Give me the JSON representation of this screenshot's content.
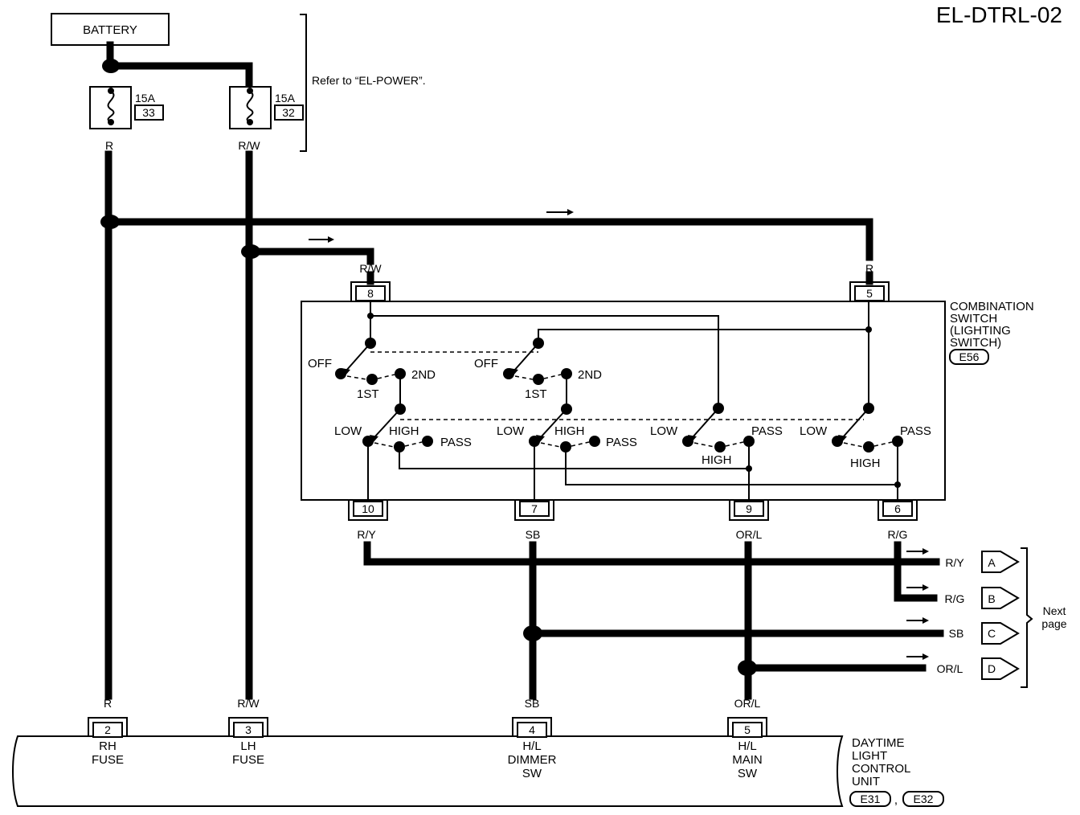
{
  "title": "EL-DTRL-02",
  "battery": "BATTERY",
  "refer_note": "Refer to “EL-POWER”.",
  "fuses": [
    {
      "rating": "15A",
      "number": "33"
    },
    {
      "rating": "15A",
      "number": "32"
    }
  ],
  "combination_switch": {
    "name_lines": [
      "COMBINATION",
      "SWITCH",
      "(LIGHTING",
      "SWITCH)"
    ],
    "connector": "E56"
  },
  "switch_labels": {
    "off": "OFF",
    "first": "1ST",
    "second": "2ND",
    "low": "LOW",
    "high": "HIGH",
    "pass": "PASS"
  },
  "top_pins": [
    {
      "pin": "8",
      "wire": "R/W"
    },
    {
      "pin": "5",
      "wire": "R"
    }
  ],
  "bottom_pins": [
    {
      "pin": "10",
      "wire": "R/Y"
    },
    {
      "pin": "7",
      "wire": "SB"
    },
    {
      "pin": "9",
      "wire": "OR/L"
    },
    {
      "pin": "6",
      "wire": "R/G"
    }
  ],
  "fuse_wires": [
    "R",
    "R/W"
  ],
  "next_page": {
    "label_lines": [
      "Next",
      "page"
    ],
    "connectors": [
      {
        "wire": "R/Y",
        "letter": "A"
      },
      {
        "wire": "R/G",
        "letter": "B"
      },
      {
        "wire": "SB",
        "letter": "C"
      },
      {
        "wire": "OR/L",
        "letter": "D"
      }
    ]
  },
  "control_unit": {
    "name_lines": [
      "DAYTIME",
      "LIGHT",
      "CONTROL",
      "UNIT"
    ],
    "connectors": [
      "E31",
      "E32"
    ],
    "separator": ",",
    "pins": [
      {
        "pin": "2",
        "wire": "R",
        "lines": [
          "RH",
          "FUSE"
        ]
      },
      {
        "pin": "3",
        "wire": "R/W",
        "lines": [
          "LH",
          "FUSE"
        ]
      },
      {
        "pin": "4",
        "wire": "SB",
        "lines": [
          "H/L",
          "DIMMER",
          "SW"
        ]
      },
      {
        "pin": "5",
        "wire": "OR/L",
        "lines": [
          "H/L",
          "MAIN",
          "SW"
        ]
      }
    ]
  }
}
